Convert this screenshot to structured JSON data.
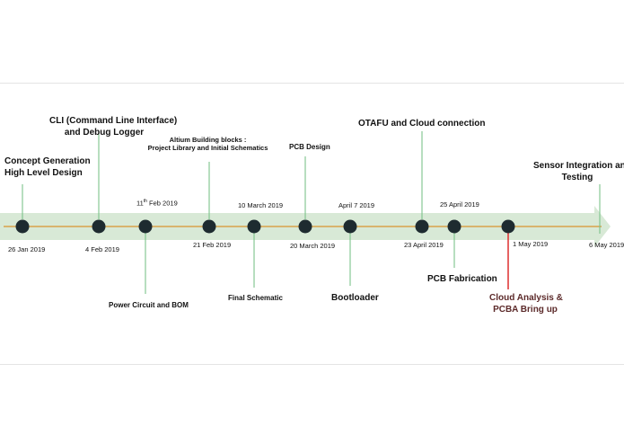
{
  "timeline": {
    "line_color": "#d9a24a",
    "arrow_color": "#d8e9d6",
    "node_color": "#1e2b30",
    "connector_color": "#7cc48a",
    "highlight_connector_color": "#e03a3a",
    "events": [
      {
        "lines": [
          "Concept Generation",
          "High Level Design"
        ],
        "date": "26 Jan 2019"
      },
      {
        "lines": [
          "CLI (Command Line Interface)",
          "and Debug Logger"
        ],
        "date": "4 Feb 2019"
      },
      {
        "lines": [
          "Power Circuit and BOM"
        ],
        "date_prefix": "11",
        "date_sup": "th",
        "date_suffix": " Feb 2019"
      },
      {
        "lines": [
          "Altium Building blocks :",
          "Project Library and Initial Schematics"
        ],
        "date": "21 Feb 2019"
      },
      {
        "lines": [
          "Final Schematic"
        ],
        "date": "10 March 2019"
      },
      {
        "lines": [
          "PCB Design"
        ],
        "date": "20 March 2019"
      },
      {
        "lines": [
          "Bootloader"
        ],
        "date": "April 7 2019"
      },
      {
        "lines": [
          "OTAFU and Cloud connection"
        ],
        "date": "23 April 2019"
      },
      {
        "lines": [
          "PCB Fabrication"
        ],
        "date": "25 April 2019"
      },
      {
        "lines": [
          "Cloud Analysis &",
          "PCBA Bring up"
        ],
        "date": "1 May 2019"
      },
      {
        "lines": [
          "Sensor Integration and",
          "Testing"
        ],
        "date": "6 May 2019"
      }
    ]
  }
}
